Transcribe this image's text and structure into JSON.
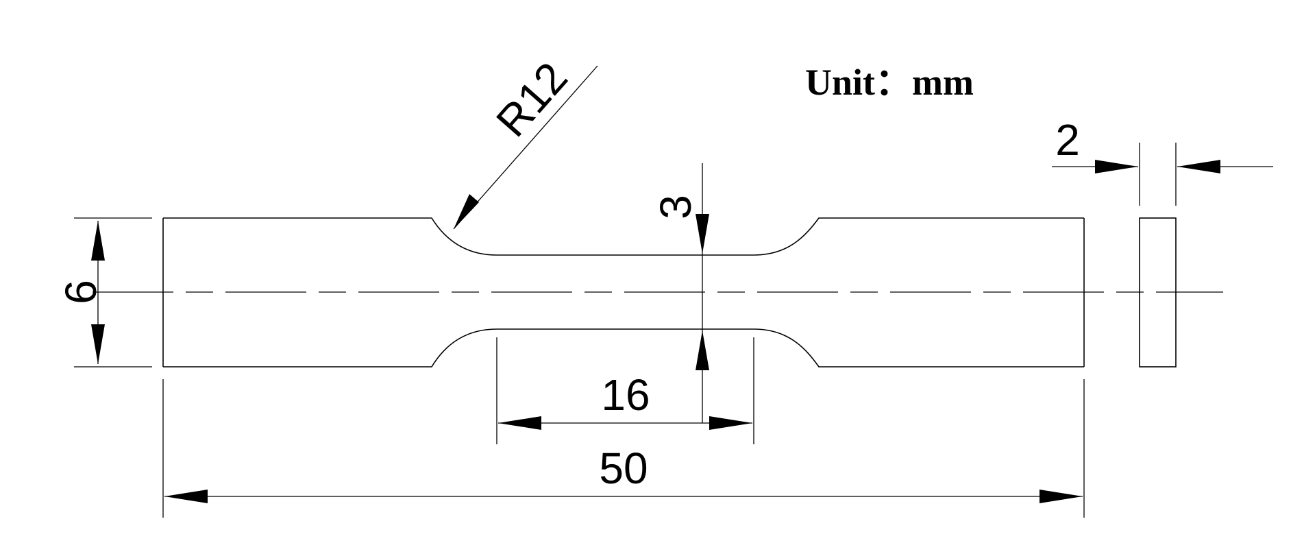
{
  "unit_label": "Unit：mm",
  "dimensions": {
    "total_length": "50",
    "gauge_length": "16",
    "grip_width": "6",
    "gauge_width": "3",
    "thickness": "2",
    "fillet_radius": "R12"
  }
}
